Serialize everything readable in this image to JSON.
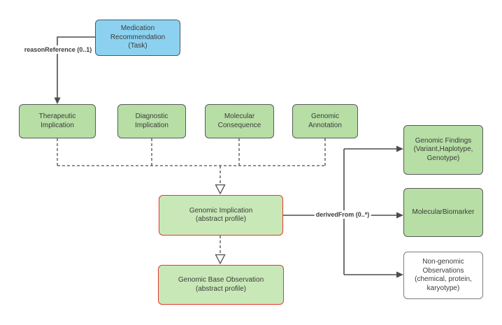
{
  "diagram": {
    "colors": {
      "blue_fill": "#8CD2F0",
      "blue_border": "#45586B",
      "green_fill": "#B7DEA5",
      "green_border": "#58595B",
      "abstract_fill": "#C9E8B8",
      "red_border": "#E03A30",
      "white_fill": "#FFFFFF",
      "gray_border": "#7E7E7E",
      "line_color": "#4D4D4D",
      "text_color": "#3B3B3B"
    },
    "nodes": {
      "medication_recommendation": {
        "label": "Medication\nRecommendation\n(Task)"
      },
      "therapeutic_implication": {
        "label": "Therapeutic\nImplication"
      },
      "diagnostic_implication": {
        "label": "Diagnostic\nImplication"
      },
      "molecular_consequence": {
        "label": "Molecular\nConsequence"
      },
      "genomic_annotation": {
        "label": "Genomic\nAnnotation"
      },
      "genomic_implication": {
        "label": "Genomic Implication\n(abstract profile)"
      },
      "genomic_base_observation": {
        "label": "Genomic Base Observation\n(abstract profile)"
      },
      "genomic_findings": {
        "label": "Genomic Findings\n(Variant,Haplotype,\nGenotype)"
      },
      "molecular_biomarker": {
        "label": "MolecularBiomarker"
      },
      "non_genomic_observations": {
        "label": "Non-genomic\nObservations\n(chemical, protein,\nkaryotype)"
      }
    },
    "edge_labels": {
      "reason_reference": "reasonReference (0..1)",
      "derived_from": "derivedFrom (0..*)"
    }
  }
}
